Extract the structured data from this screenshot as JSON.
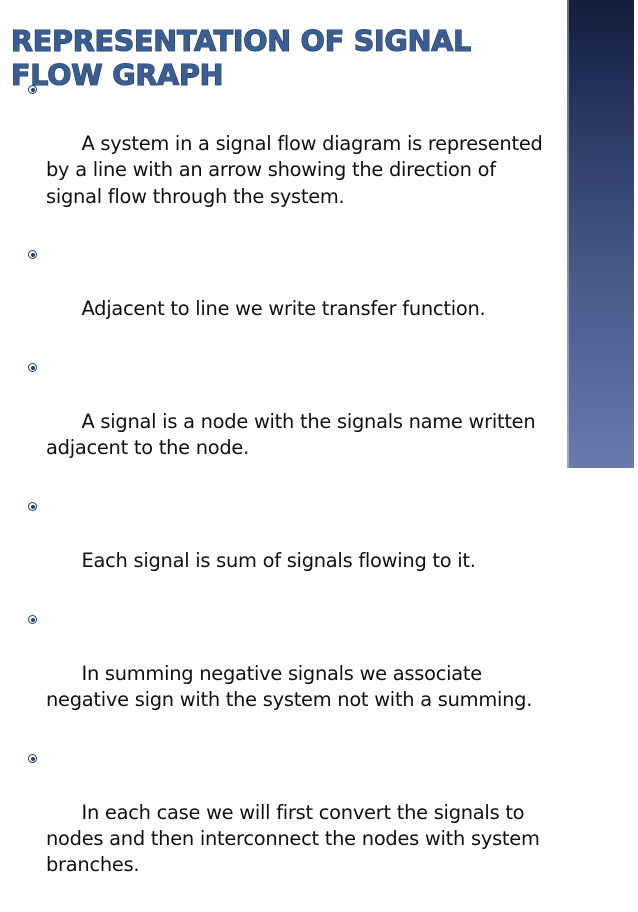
{
  "slide": {
    "title": "REPRESENTATION OF SIGNAL FLOW GRAPH",
    "bullet_icon": "fisheye-bullet",
    "bullets": [
      "A system in a signal flow diagram is represented by a line with an arrow showing the direction of signal flow through the system.",
      "Adjacent to line we write transfer function.",
      "A signal is a node with the signals name written adjacent to the node.",
      "Each signal is sum of signals flowing to it.",
      "In summing negative signals we associate  negative sign with the system not with a summing.",
      "In each case we will first convert the signals to nodes and then interconnect the nodes with system branches."
    ]
  },
  "decor": {
    "side_bar_name": "right-gradient-band",
    "gradient_top_color": "#141f3d",
    "gradient_mid_color": "#41527f",
    "gradient_bottom_color": "#6a7bac"
  },
  "colors": {
    "title_fill": "#3a5e93",
    "title_outline": "#20375c",
    "body_text": "#101010",
    "bullet": "#22406e",
    "background": "#ffffff"
  }
}
